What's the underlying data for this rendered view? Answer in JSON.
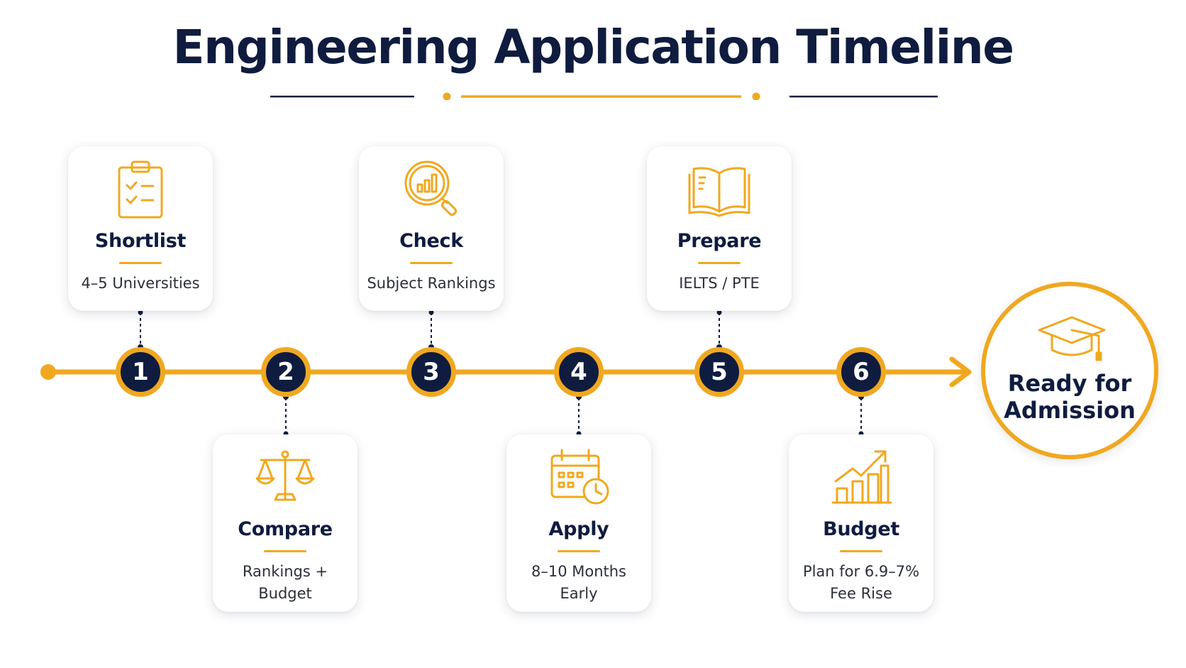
{
  "title": "Engineering Application Timeline",
  "colors": {
    "navy": "#0f1c3f",
    "gold": "#f0a820",
    "text": "#2b2f3a"
  },
  "steps": [
    {
      "number": "1",
      "label": "Shortlist",
      "description": "4–5 Universities",
      "icon": "clipboard-checklist-icon"
    },
    {
      "number": "2",
      "label": "Compare",
      "description": "Rankings + Budget",
      "icon": "balance-scale-icon"
    },
    {
      "number": "3",
      "label": "Check",
      "description": "Subject Rankings",
      "icon": "magnifier-chart-icon"
    },
    {
      "number": "4",
      "label": "Apply",
      "description": "8–10 Months Early",
      "icon": "calendar-clock-icon"
    },
    {
      "number": "5",
      "label": "Prepare",
      "description": "IELTS / PTE",
      "icon": "open-book-icon"
    },
    {
      "number": "6",
      "label": "Budget",
      "description": "Plan for 6.9–7% Fee Rise",
      "icon": "rising-bar-chart-icon"
    }
  ],
  "goal": {
    "label": "Ready for Admission",
    "icon": "graduation-cap-icon"
  }
}
